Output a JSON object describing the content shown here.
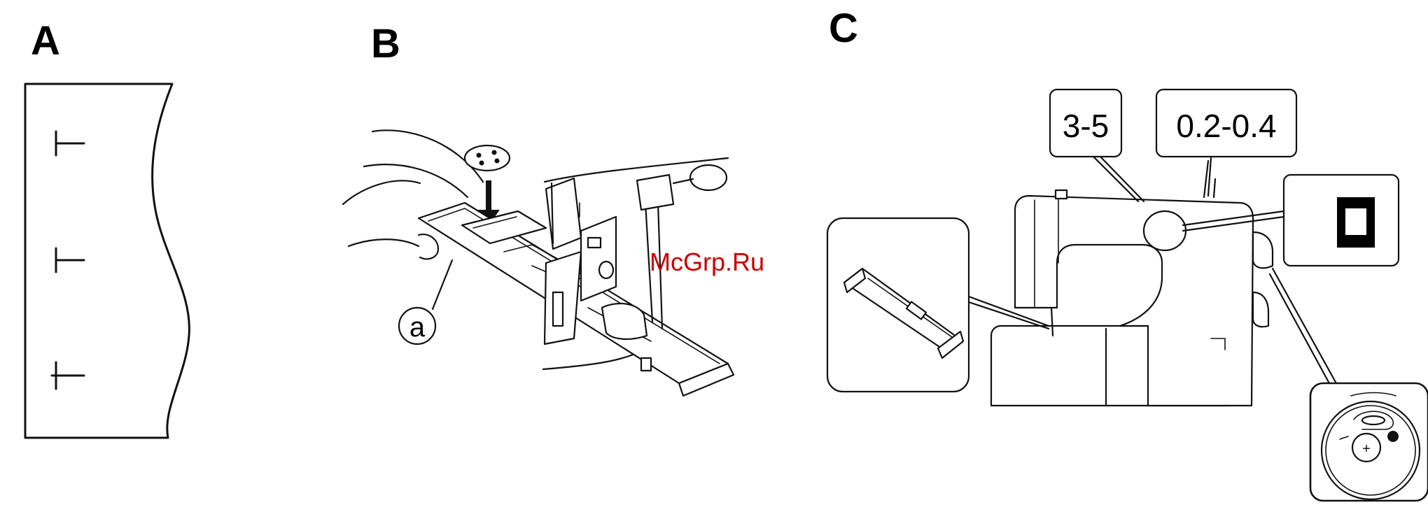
{
  "panels": {
    "a": {
      "letter": "A"
    },
    "b": {
      "letter": "B",
      "callout": "a"
    },
    "c": {
      "letter": "C",
      "stitch_length_label": "3-5",
      "stitch_width_label": "0.2-0.4"
    }
  },
  "watermark": {
    "text": "McGrp.Ru",
    "color": "#cc0000"
  }
}
